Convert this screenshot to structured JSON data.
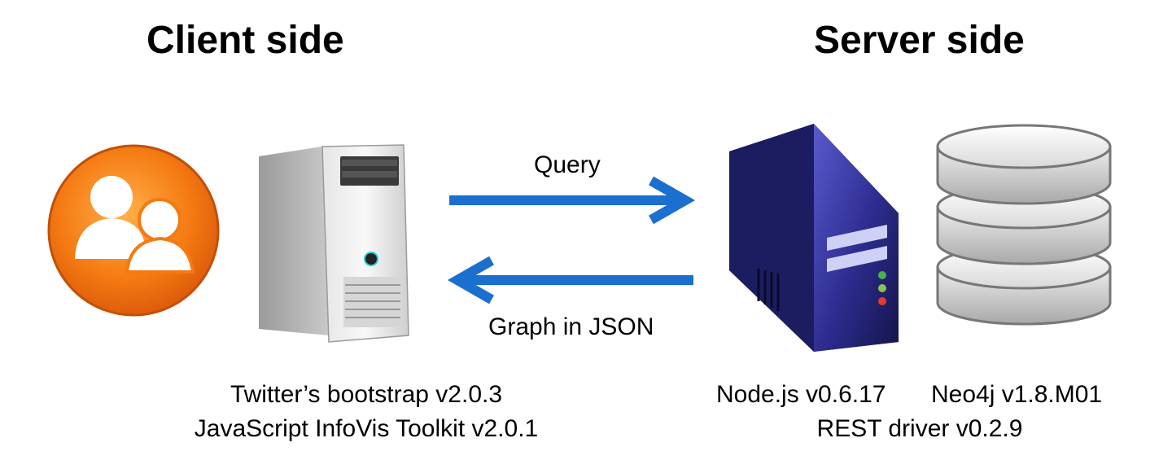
{
  "headings": {
    "client": "Client side",
    "server": "Server side"
  },
  "arrows": {
    "query": "Query",
    "response": "Graph in JSON"
  },
  "client_labels": {
    "line1": "Twitter’s bootstrap v2.0.3",
    "line2": "JavaScript InfoVis Toolkit v2.0.1"
  },
  "server_labels": {
    "node": "Node.js v0.6.17",
    "neo4j": "Neo4j v1.8.M01",
    "driver": "REST driver v0.2.9"
  },
  "colors": {
    "arrow": "#1a6fcf",
    "user_badge": "#f07a1a",
    "server_box": "#2a2a8a",
    "database": "#c8c8c8"
  },
  "icons": [
    "users-icon",
    "desktop-tower-icon",
    "server-icon",
    "database-icon"
  ]
}
